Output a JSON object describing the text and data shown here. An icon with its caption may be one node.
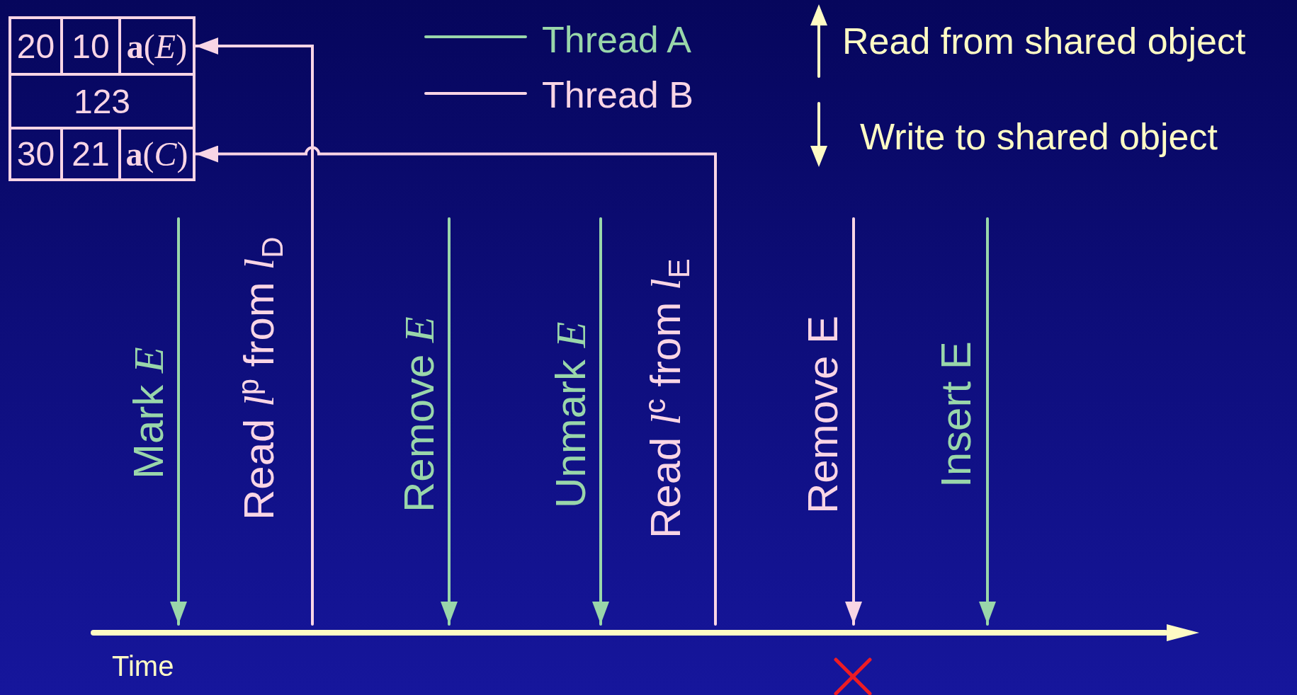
{
  "diagram": {
    "nodes": [
      {
        "text": [],
        "shape": "box"
      },
      {
        "text": [
          "20"
        ],
        "in": 0
      },
      {
        "text": [
          "10"
        ],
        "in": 0
      },
      {
        "text": [
          "**a**(*E*)"
        ],
        "in": 0
      },
      {
        "text": [
          "123"
        ],
        "in": 0
      },
      {
        "text": [
          "30"
        ],
        "in": 0
      },
      {
        "text": [
          "21"
        ],
        "in": 0
      },
      {
        "text": [
          "**a**(*C*)"
        ],
        "in": 0
      },
      {
        "text": [],
        "shape": "bar",
        "beside": [
          "Time"
        ]
      }
    ],
    "edges": [
      {
        "from": null,
        "to": 8,
        "arrow": "to",
        "label": "Mark *E*"
      },
      {
        "from": 8,
        "to": 3,
        "arrow": "to",
        "label": "Read *l*$^{p}$ from *l*$_{D}$",
        "color": "#f9d5e5"
      },
      {
        "from": null,
        "to": 8,
        "arrow": "to",
        "label": "Remove *E*"
      },
      {
        "from": null,
        "to": 8,
        "arrow": "to",
        "label": "Unmark *E*"
      },
      {
        "from": 8,
        "to": 7,
        "arrow": "to",
        "label": "Read *l*$^{c}$ from *l*$_{E}$",
        "color": "#f9d5e5"
      },
      {
        "from": null,
        "to": 8,
        "arrow": "to",
        "label": "Remove E",
        "color": "#f9d5e5"
      },
      {
        "from": null,
        "to": 8,
        "arrow": "to",
        "label": "Insert E"
      }
    ],
    "legend": [
      {
        "text": "Thread A"
      },
      {
        "text": "Thread B"
      },
      {
        "text": "Read from shared object"
      },
      {
        "text": "Write to shared object"
      }
    ]
  }
}
